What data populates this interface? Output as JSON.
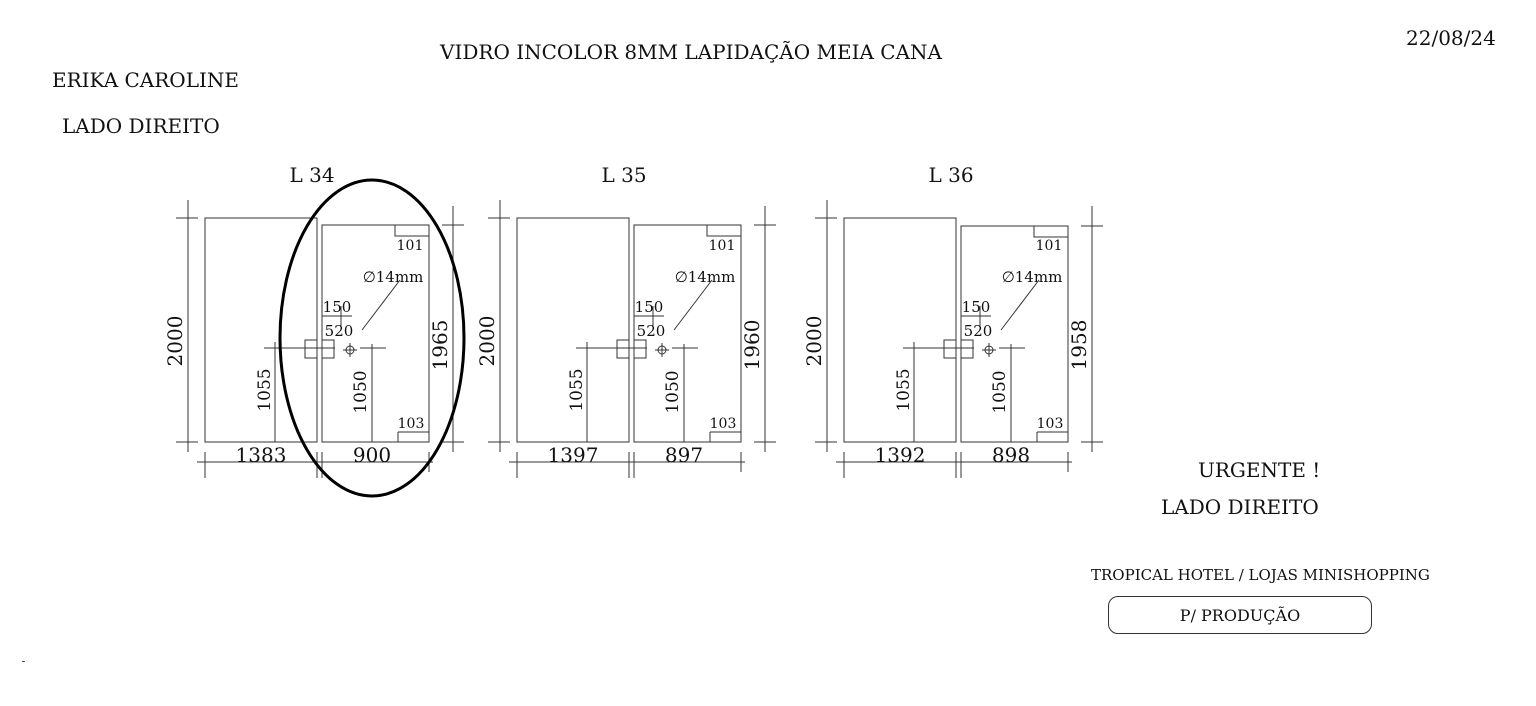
{
  "header": {
    "glass_spec": "VIDRO INCOLOR 8MM   LAPIDAÇÃO MEIA CANA",
    "date": "22/08/24",
    "client": "ERIKA CAROLINE",
    "side": "LADO DIREITO"
  },
  "panels": [
    {
      "label": "L 34",
      "height_fixed": "2000",
      "height_door": "1965",
      "width_fixed": "1383",
      "width_door": "900",
      "hinge_top": "101",
      "hinge_bottom": "103",
      "hole": "∅14mm",
      "dim_150": "150",
      "dim_520": "520",
      "handle_fixed": "1055",
      "handle_door": "1050"
    },
    {
      "label": "L 35",
      "height_fixed": "2000",
      "height_door": "1960",
      "width_fixed": "1397",
      "width_door": "897",
      "hinge_top": "101",
      "hinge_bottom": "103",
      "hole": "∅14mm",
      "dim_150": "150",
      "dim_520": "520",
      "handle_fixed": "1055",
      "handle_door": "1050"
    },
    {
      "label": "L 36",
      "height_fixed": "2000",
      "height_door": "1958",
      "width_fixed": "1392",
      "width_door": "898",
      "hinge_top": "101",
      "hinge_bottom": "103",
      "hole": "∅14mm",
      "dim_150": "150",
      "dim_520": "520",
      "handle_fixed": "1055",
      "handle_door": "1050"
    }
  ],
  "footer": {
    "urgent": "URGENTE !",
    "side": "LADO DIREITO",
    "project": "TROPICAL HOTEL / LOJAS MINISHOPPING",
    "stamp": "P/ PRODUÇÃO"
  },
  "colors": {
    "ink": "#111111",
    "line": "#333333",
    "highlight": "#000000"
  }
}
